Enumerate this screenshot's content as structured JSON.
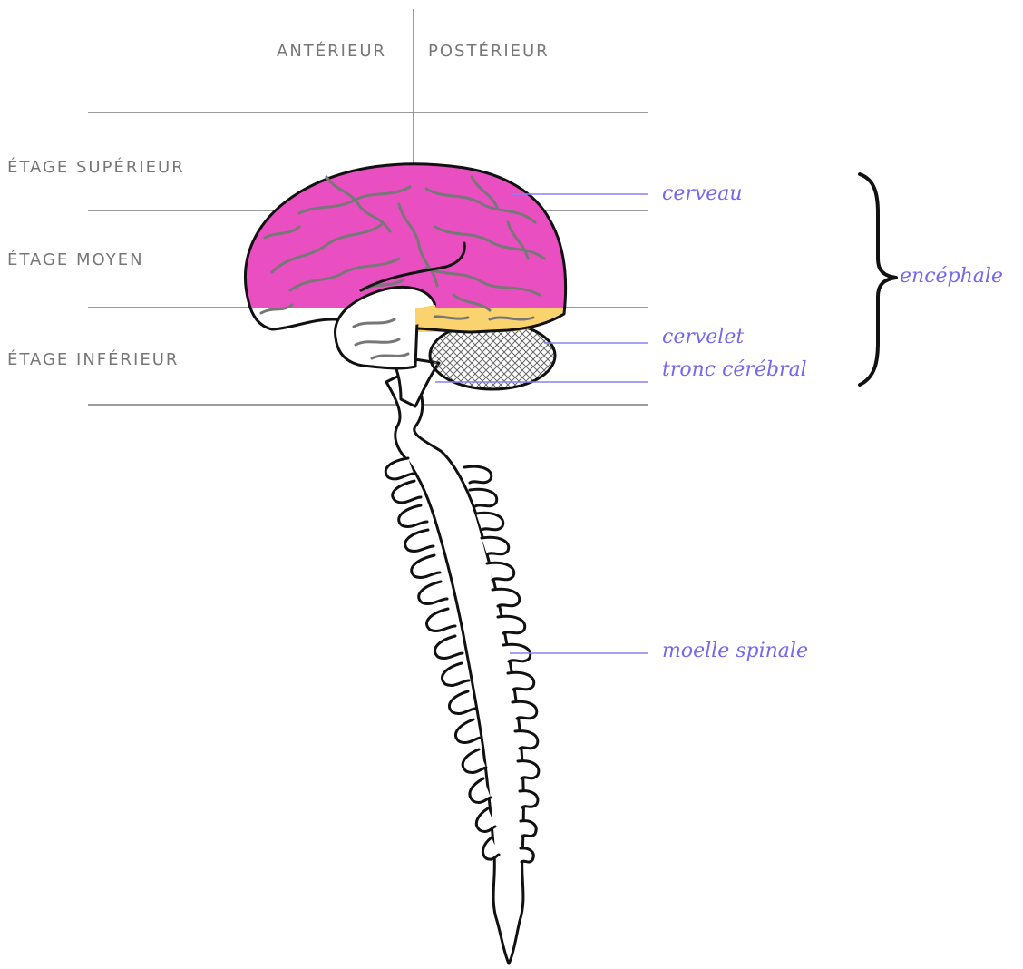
{
  "axis": {
    "anterior": "ANTÉRIEUR",
    "posterior": "POSTÉRIEUR"
  },
  "levels": {
    "upper": "ÉTAGE SUPÉRIEUR",
    "middle": "ÉTAGE MOYEN",
    "lower": "ÉTAGE INFÉRIEUR"
  },
  "labels": {
    "cerebrum": "cerveau",
    "cerebellum": "cervelet",
    "brainstem": "tronc cérébral",
    "encephalon": "encéphale",
    "spinal_cord": "moelle spinale"
  },
  "colors": {
    "cerebrum": "#e94fc0",
    "cerebellum_highlight": "#fbd36e",
    "callout": "#7568ef",
    "guide_lines": "#7b7b7b",
    "outline": "#111111"
  }
}
